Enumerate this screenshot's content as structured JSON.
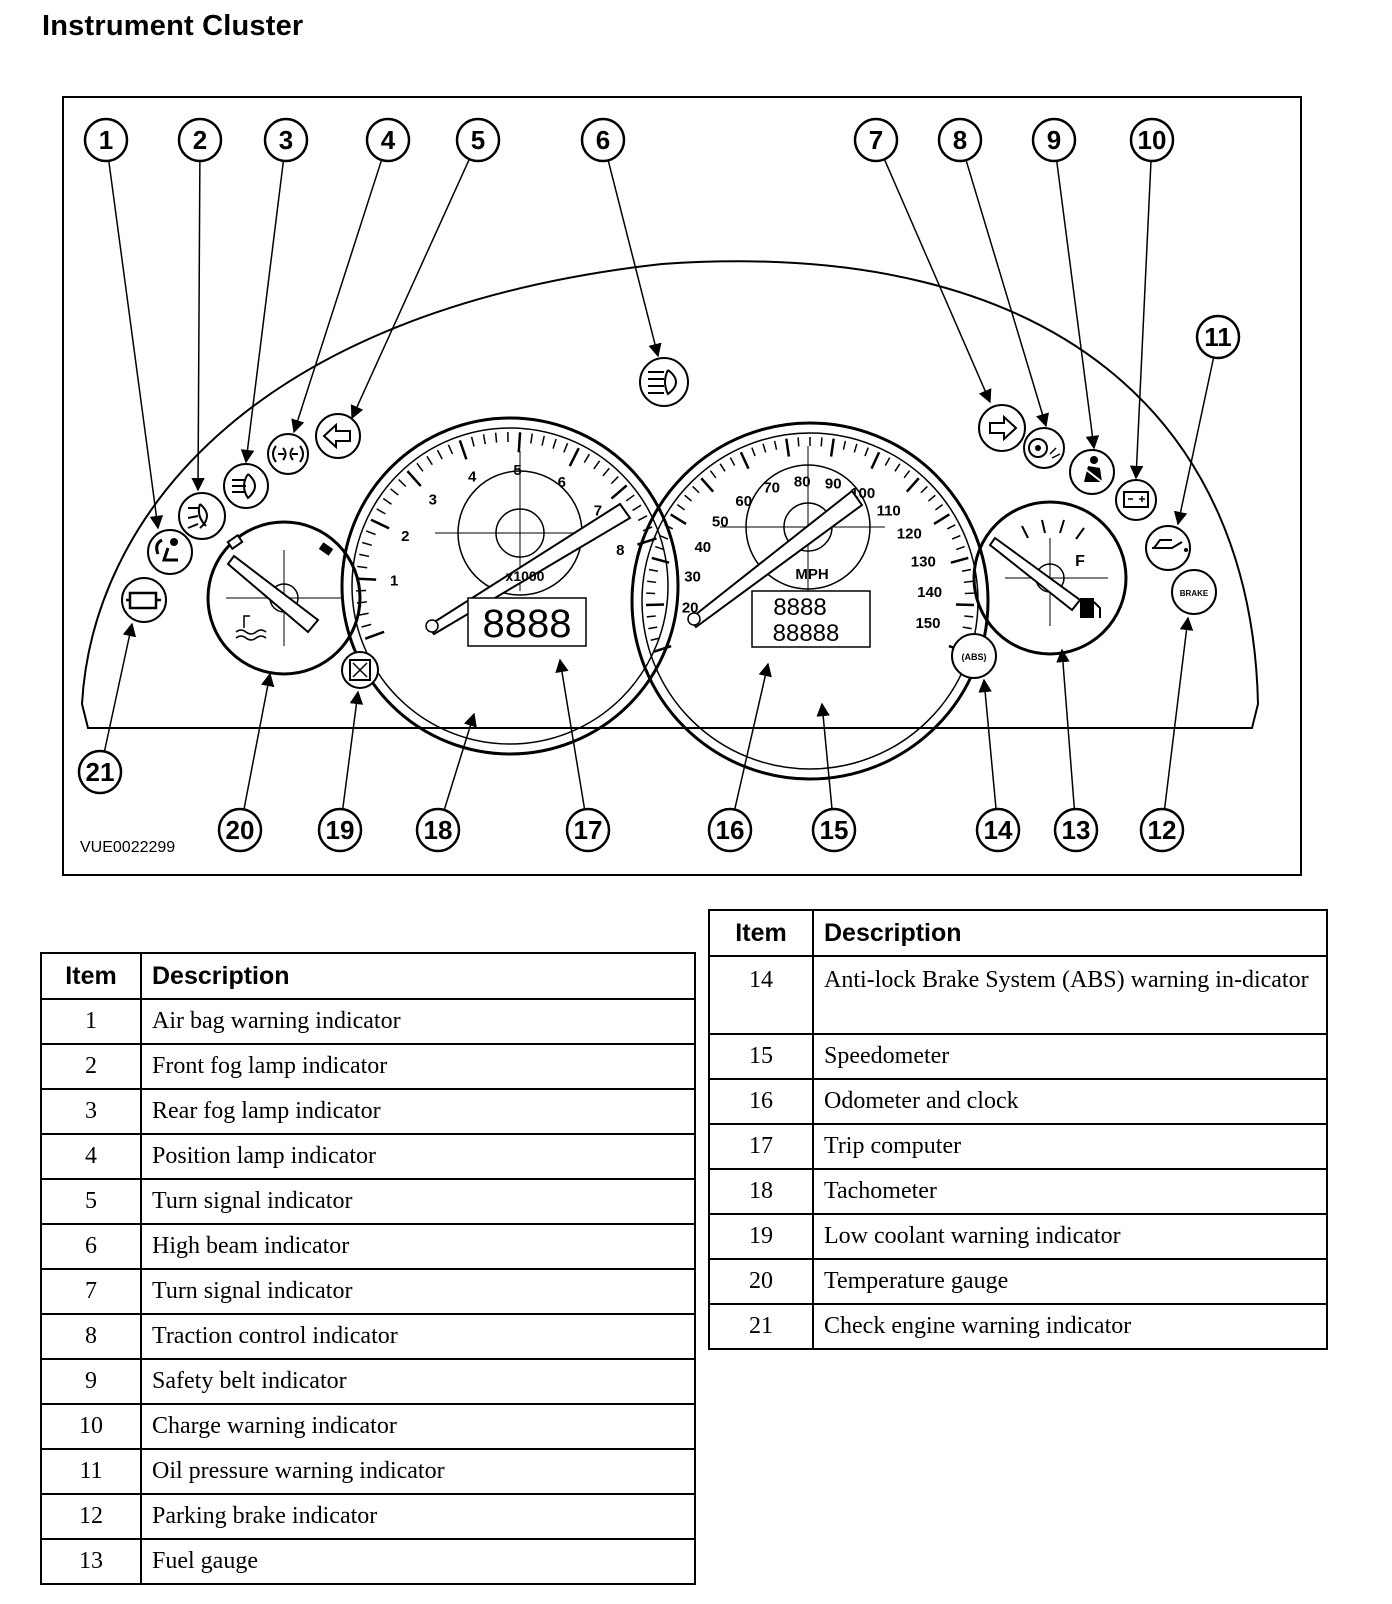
{
  "page": {
    "title": "Instrument Cluster"
  },
  "diagram": {
    "figure_id": "VUE0022299",
    "callouts": [
      "1",
      "2",
      "3",
      "4",
      "5",
      "6",
      "7",
      "8",
      "9",
      "10",
      "11",
      "12",
      "13",
      "14",
      "15",
      "16",
      "17",
      "18",
      "19",
      "20",
      "21"
    ],
    "tachometer": {
      "scale_labels": [
        "1",
        "2",
        "3",
        "4",
        "5",
        "6",
        "7",
        "8"
      ],
      "unit_label": "x1000",
      "display": "8888"
    },
    "speedometer": {
      "scale_labels": [
        "20",
        "30",
        "40",
        "50",
        "60",
        "70",
        "80",
        "90",
        "100",
        "110",
        "120",
        "130",
        "140",
        "150"
      ],
      "unit_label": "MPH",
      "display_top": "8888",
      "display_bottom": "88888"
    },
    "fuel_gauge": {
      "full_label": "F"
    },
    "icon_text": {
      "brake": "BRAKE",
      "abs": "(ABS)"
    }
  },
  "legend": {
    "headers": {
      "item": "Item",
      "description": "Description"
    },
    "left_rows": [
      {
        "item": "1",
        "description": "Air bag warning indicator"
      },
      {
        "item": "2",
        "description": "Front fog lamp indicator"
      },
      {
        "item": "3",
        "description": "Rear fog lamp indicator"
      },
      {
        "item": "4",
        "description": "Position lamp indicator"
      },
      {
        "item": "5",
        "description": "Turn signal indicator"
      },
      {
        "item": "6",
        "description": "High beam indicator"
      },
      {
        "item": "7",
        "description": "Turn signal indicator"
      },
      {
        "item": "8",
        "description": "Traction control indicator"
      },
      {
        "item": "9",
        "description": "Safety belt indicator"
      },
      {
        "item": "10",
        "description": "Charge warning indicator"
      },
      {
        "item": "11",
        "description": "Oil pressure warning indicator"
      },
      {
        "item": "12",
        "description": "Parking brake indicator"
      },
      {
        "item": "13",
        "description": "Fuel gauge"
      }
    ],
    "right_rows": [
      {
        "item": "14",
        "description": "Anti-lock Brake System (ABS) warning in-dicator"
      },
      {
        "item": "15",
        "description": "Speedometer"
      },
      {
        "item": "16",
        "description": "Odometer and clock"
      },
      {
        "item": "17",
        "description": "Trip computer"
      },
      {
        "item": "18",
        "description": "Tachometer"
      },
      {
        "item": "19",
        "description": "Low coolant warning indicator"
      },
      {
        "item": "20",
        "description": "Temperature gauge"
      },
      {
        "item": "21",
        "description": "Check engine warning indicator"
      }
    ]
  }
}
